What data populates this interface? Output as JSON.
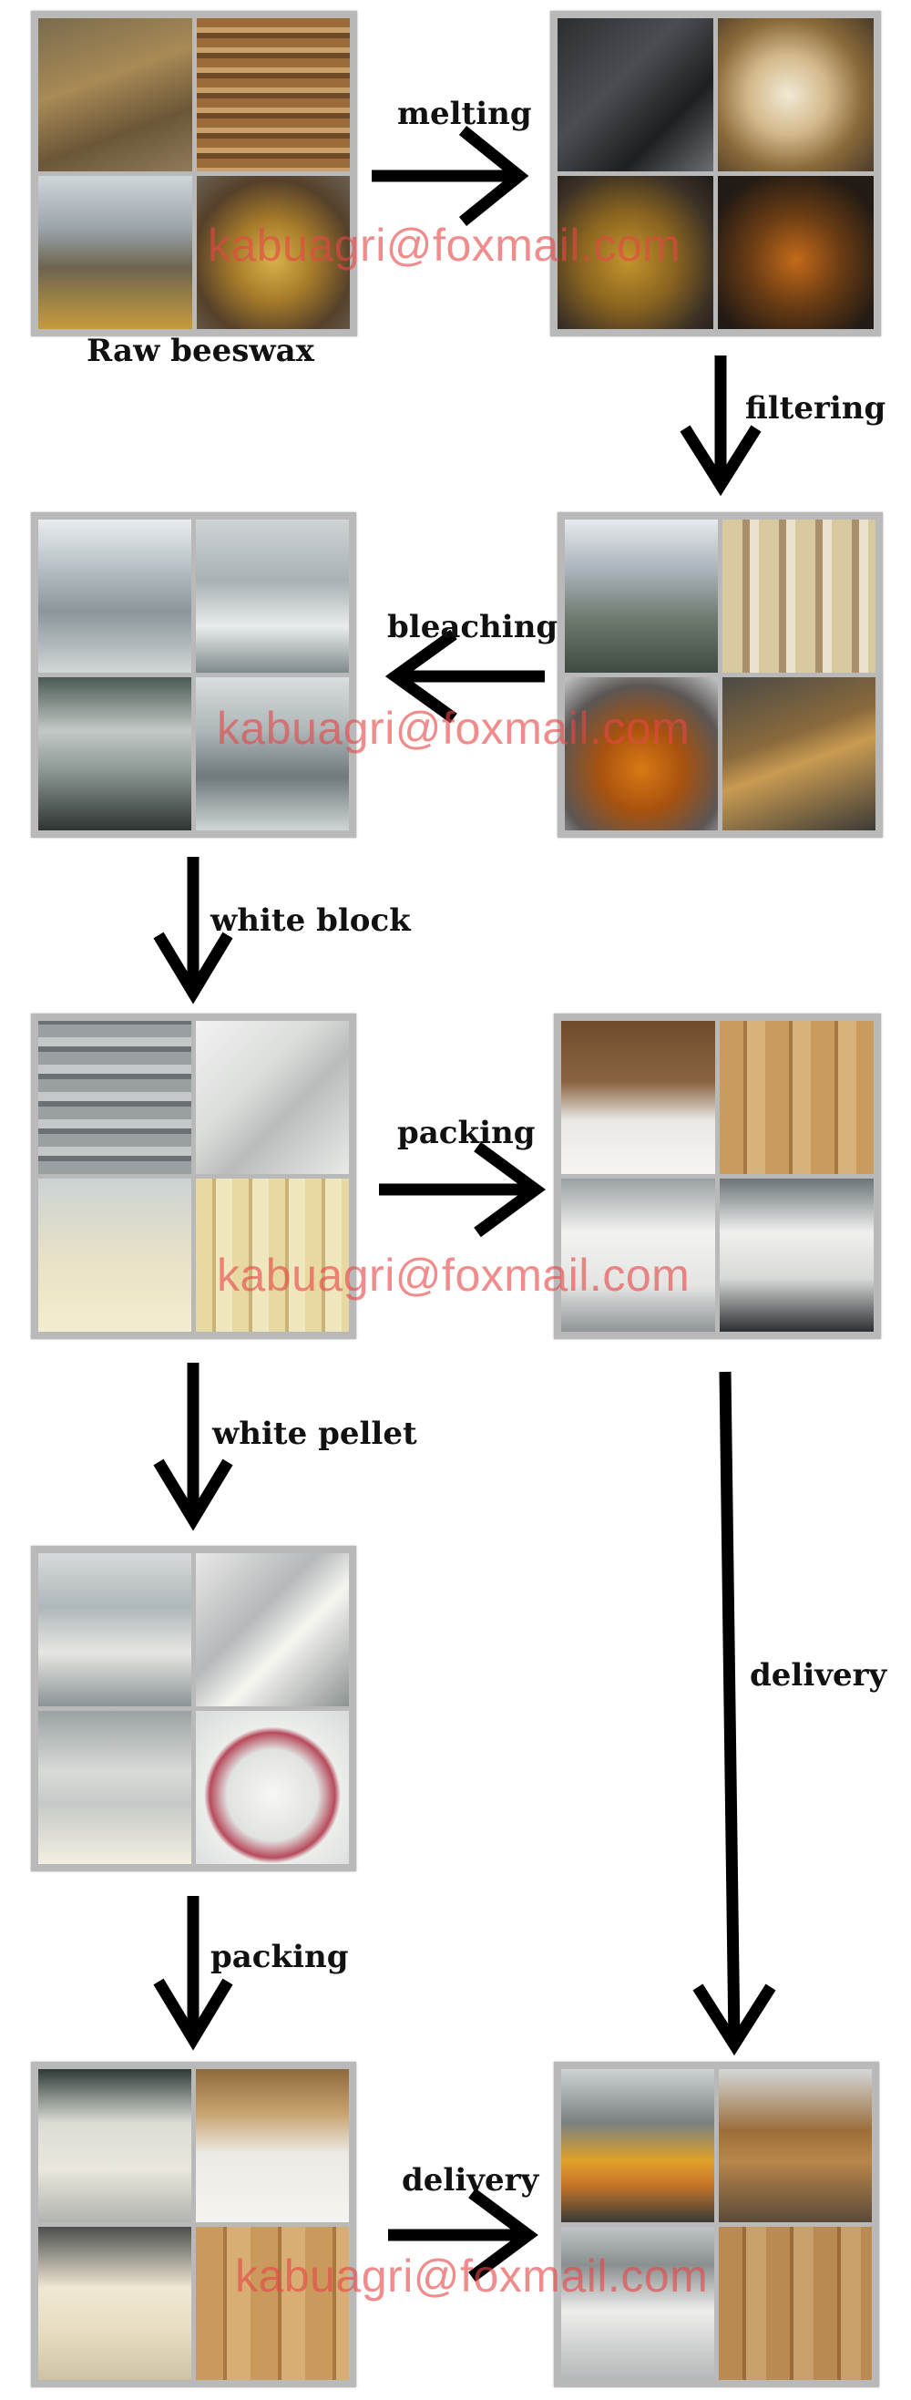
{
  "labels": {
    "raw_beeswax": "Raw beeswax",
    "melting": "melting",
    "filtering": "filtering",
    "bleaching": "bleaching",
    "white_block": "white block",
    "packing_1": "packing",
    "white_pellet": "white pellet",
    "delivery_1": "delivery",
    "packing_2": "packing",
    "delivery_2": "delivery"
  },
  "watermark": "kabuagri@foxmail.com",
  "colors": {
    "arrow": "#000000",
    "panel_frame": "#b9b9b9",
    "watermark": "#e64646"
  },
  "panels": [
    {
      "name": "raw-beeswax-panel",
      "photos": [
        "beehives-photo",
        "wax-combs-photo",
        "wax-storage-photo",
        "wax-cakes-photo"
      ]
    },
    {
      "name": "melting-panel",
      "photos": [
        "melting-tanks-photo",
        "melting-kettle-photo",
        "wax-bath-photo",
        "molten-wax-photo"
      ]
    },
    {
      "name": "filtering-panel",
      "photos": [
        "filter-line-photo",
        "filter-press-photo",
        "filtered-wax-bowl-photo",
        "filter-outflow-photo"
      ]
    },
    {
      "name": "bleaching-panel",
      "photos": [
        "bleaching-platform-photo",
        "bleaching-vessels-photo",
        "steel-tanks-photo",
        "bleaching-room-photo"
      ]
    },
    {
      "name": "white-block-panel",
      "photos": [
        "block-trays-photo",
        "block-molds-photo",
        "block-line-photo",
        "white-blocks-photo"
      ]
    },
    {
      "name": "block-packing-panel",
      "photos": [
        "block-in-carton-photo",
        "carton-stack-photo",
        "sacks-stack-photo",
        "warehouse-sacks-photo"
      ]
    },
    {
      "name": "white-pellet-panel",
      "photos": [
        "pellet-machine-photo",
        "pellet-hopper-photo",
        "pellet-drum-photo",
        "white-pellets-photo"
      ]
    },
    {
      "name": "pellet-packing-panel",
      "photos": [
        "pellet-bags-photo",
        "pellet-in-carton-photo",
        "bag-pile-photo",
        "carton-boxes-photo"
      ]
    },
    {
      "name": "delivery-panel",
      "photos": [
        "forklift-loading-photo",
        "container-loading-photo",
        "container-bags-photo",
        "container-cartons-photo"
      ]
    }
  ]
}
